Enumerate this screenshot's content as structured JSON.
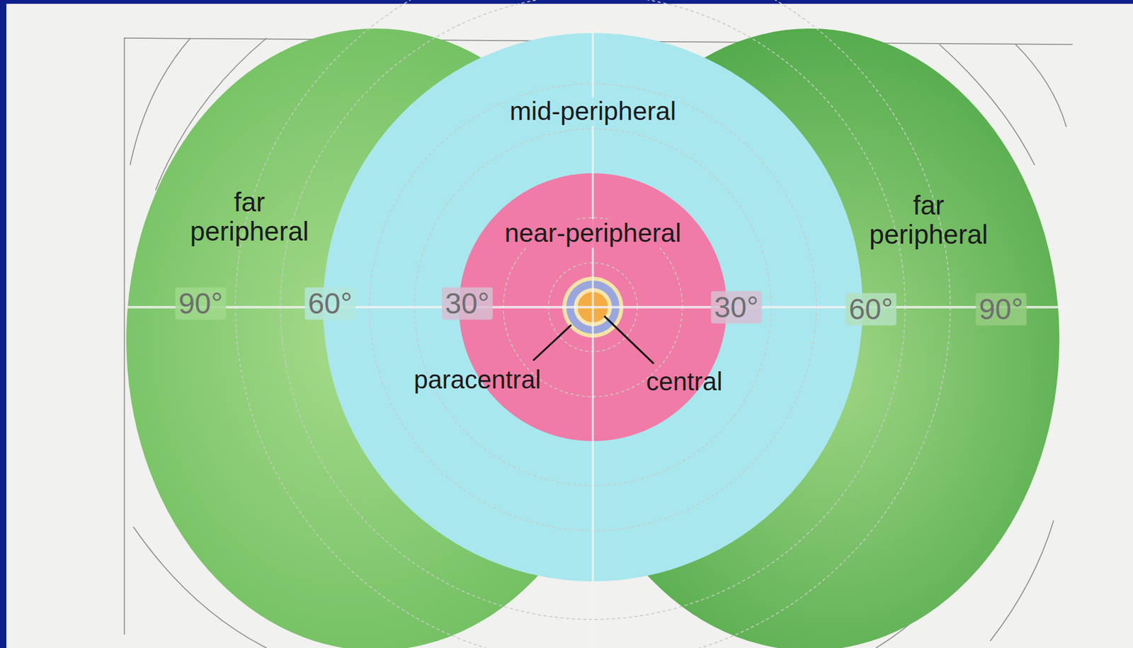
{
  "diagram": {
    "labels": [
      "mid-peripheral",
      "far peripheral",
      "far peripheral",
      "near-peripheral",
      "90°",
      "60°",
      "30°",
      "30°",
      "60°",
      "90°",
      "paracentral",
      "central"
    ]
  }
}
